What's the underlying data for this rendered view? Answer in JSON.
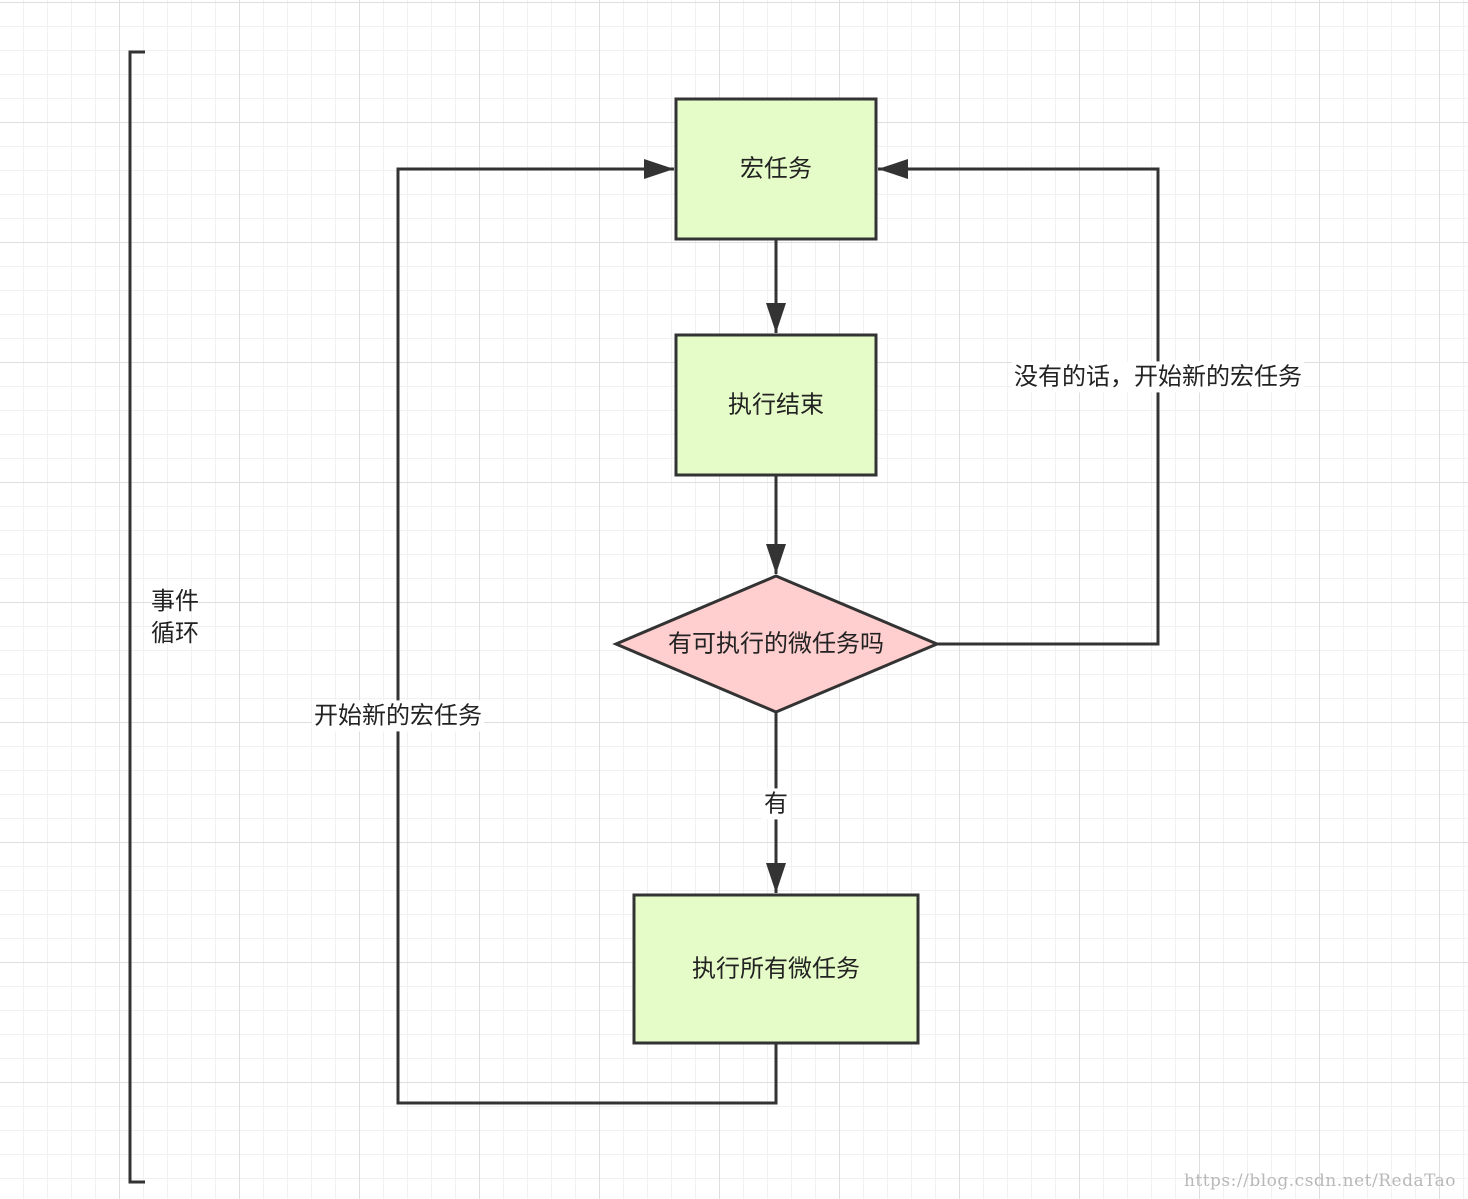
{
  "nodes": {
    "macro_task": {
      "label": "宏任务",
      "fill": "#e6fcc8"
    },
    "exec_end": {
      "label": "执行结束",
      "fill": "#e6fcc8"
    },
    "has_micro": {
      "label": "有可执行的微任务吗",
      "fill": "#ffcece"
    },
    "exec_all_micro": {
      "label": "执行所有微任务",
      "fill": "#e6fcc8"
    }
  },
  "edges": {
    "no_label": "没有的话，开始新的宏任务",
    "yes_label": "有",
    "new_macro_label": "开始新的宏任务"
  },
  "bracket": {
    "label": "事件\n循环"
  },
  "watermark": "https://blog.csdn.net/RedaTao",
  "colors": {
    "stroke": "#333333",
    "box_fill": "#e6fcc8",
    "decision_fill": "#ffcece"
  }
}
